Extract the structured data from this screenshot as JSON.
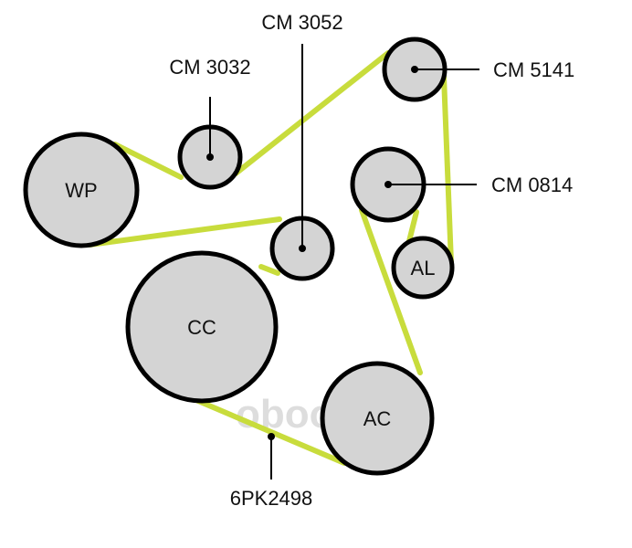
{
  "belt": {
    "color": "#c8dc3c"
  },
  "pulleys": {
    "wp": "WP",
    "cc": "CC",
    "ac": "AC",
    "al": "AL"
  },
  "callouts": {
    "cm3032": "CM 3032",
    "cm3052": "CM 3052",
    "cm5141": "CM 5141",
    "cm0814": "CM 0814",
    "belt_part": "6PK2498"
  },
  "watermark": "oboo"
}
